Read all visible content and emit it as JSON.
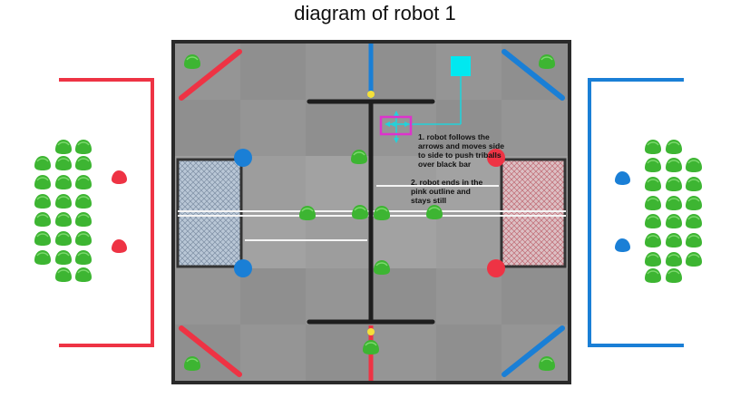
{
  "title": "diagram of robot 1",
  "notes": {
    "step1": [
      "1. robot follows the",
      "arrows and moves side",
      "to side to push triballs",
      "over black bar"
    ],
    "step2": [
      "2. robot ends in the",
      "pink outline and",
      "stays still"
    ]
  },
  "colors": {
    "red_alliance": "#ee3344",
    "blue_alliance": "#1a7fd6",
    "triball": "#38b02c",
    "robot_start": "#00e8f0",
    "path_arrow": "#22d2da",
    "robot_end_outline": "#dd33cc",
    "field_tile": "#8b8b8b",
    "barrier": "#1e1e1e"
  },
  "icons": [
    "robot-start-square",
    "path-arrow",
    "robot-end-outline",
    "triball-icon",
    "alliance-triball-icon"
  ]
}
